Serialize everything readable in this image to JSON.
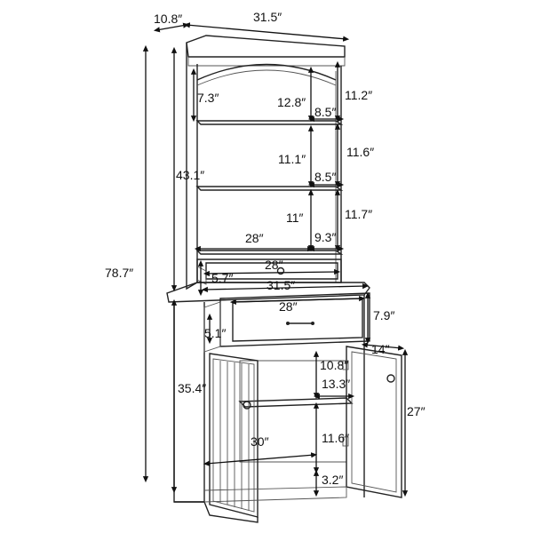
{
  "dimensions": {
    "depth_top": "10.8″",
    "width_top": "31.5″",
    "total_height": "78.7″",
    "hutch_height": "43.1″",
    "shelf_drop": "7.3″",
    "arch_height": "12.8″",
    "shelf1_spacing": "11.2″",
    "shelf1_depth": "8.5″",
    "shelf2_clear": "11.1″",
    "shelf2_spacing": "11.6″",
    "shelf2_depth": "8.5″",
    "shelf3_clear": "11″",
    "shelf3_spacing": "11.7″",
    "shelf3_depth": "9.3″",
    "shelf_width": "28″",
    "keyboard_width": "28″",
    "keyboard_height": "5.7″",
    "counter_width": "31.5″",
    "drawer_width": "28″",
    "drawer_height": "7.9″",
    "drawer_depth": "5.1″",
    "counter_depth": "14″",
    "inner_depth": "10.8″",
    "inner_shelf_depth": "13.3″",
    "base_height": "35.4″",
    "door_height": "27″",
    "inner_width": "30″",
    "inner_shelf_height": "11.6″",
    "toe_kick": "3.2″"
  }
}
